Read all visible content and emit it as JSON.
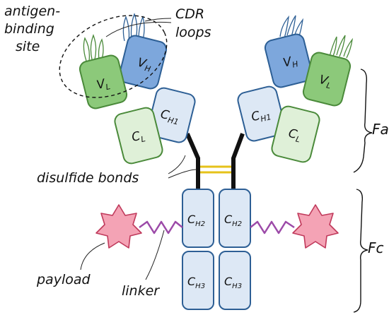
{
  "labels": {
    "antigen_binding_site_line1": "antigen-",
    "antigen_binding_site_line2": "binding",
    "antigen_binding_site_line3": "site",
    "cdr_loops_line1": "CDR",
    "cdr_loops_line2": "loops",
    "fab": "Fab",
    "fc": "Fc",
    "disulfide_bonds": "disulfide bonds",
    "payload": "payload",
    "linker": "linker"
  },
  "domains": {
    "vh_main": "V",
    "vh_sub": "H",
    "vl_main": "V",
    "vl_sub": "L",
    "ch1_main": "C",
    "ch1_sub": "H1",
    "cl_main": "C",
    "cl_sub": "L",
    "ch2_main": "C",
    "ch2_sub": "H2",
    "ch3_main": "C",
    "ch3_sub": "H3"
  },
  "colors": {
    "heavy_variable": "#7da7dc",
    "heavy_constant": "#dde8f5",
    "heavy_stroke": "#2d5f95",
    "light_variable": "#8cc97a",
    "light_constant": "#dff0d8",
    "light_stroke": "#4a8a3a",
    "disulfide": "#e6c21a",
    "hinge": "#111111",
    "payload_fill": "#f4a3b5",
    "payload_stroke": "#c0395b",
    "linker": "#9c4aa8"
  }
}
